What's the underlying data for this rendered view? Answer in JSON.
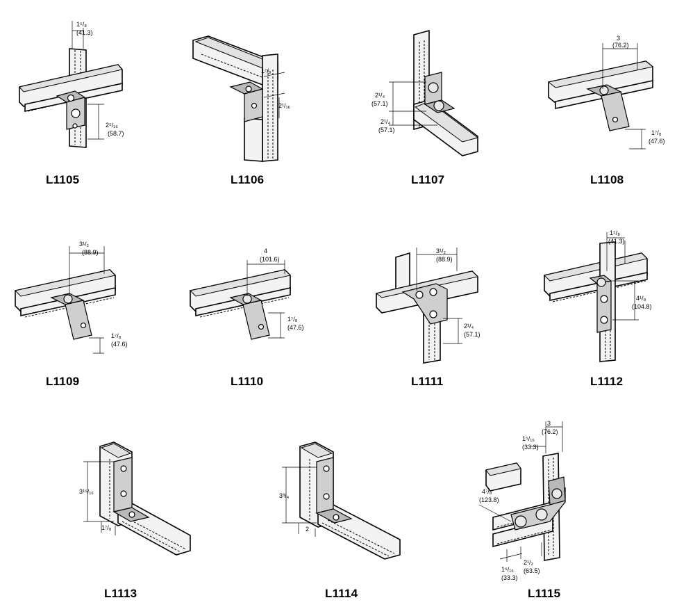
{
  "fittings": [
    {
      "part": "L1105",
      "dims": [
        "1⁵/₈",
        "(41.3)",
        "2⁵/₁₆",
        "(58.7)"
      ]
    },
    {
      "part": "L1106",
      "dims": [
        "1⁷/₈",
        "2¹/₁₆"
      ]
    },
    {
      "part": "L1107",
      "dims": [
        "2¹/₄",
        "(57.1)",
        "2¹/₄",
        "(57.1)"
      ]
    },
    {
      "part": "L1108",
      "dims": [
        "3",
        "(76.2)",
        "1⁷/₈",
        "(47.6)"
      ]
    },
    {
      "part": "L1109",
      "dims": [
        "3¹/₂",
        "(88.9)",
        "1⁷/₈",
        "(47.6)"
      ]
    },
    {
      "part": "L1110",
      "dims": [
        "4",
        "(101.6)",
        "1⁷/₈",
        "(47.6)"
      ]
    },
    {
      "part": "L1111",
      "dims": [
        "3¹/₂",
        "(88.9)",
        "2¹/₄",
        "(57.1)"
      ]
    },
    {
      "part": "L1112",
      "dims": [
        "1⁵/₈",
        "(41.3)",
        "4¹/₈",
        "(104.8)"
      ]
    },
    {
      "part": "L1113",
      "dims": [
        "3¹⁵/₁₆",
        "1⁷/₈"
      ]
    },
    {
      "part": "L1114",
      "dims": [
        "3³/₄",
        "2"
      ]
    },
    {
      "part": "L1115",
      "dims": [
        "3",
        "(76.2)",
        "1⁵/₁₆",
        "(33.3)",
        "4⁷/₈",
        "(123.8)",
        "1⁵/₁₆",
        "(33.3)",
        "2¹/₂",
        "(63.5)"
      ]
    }
  ]
}
